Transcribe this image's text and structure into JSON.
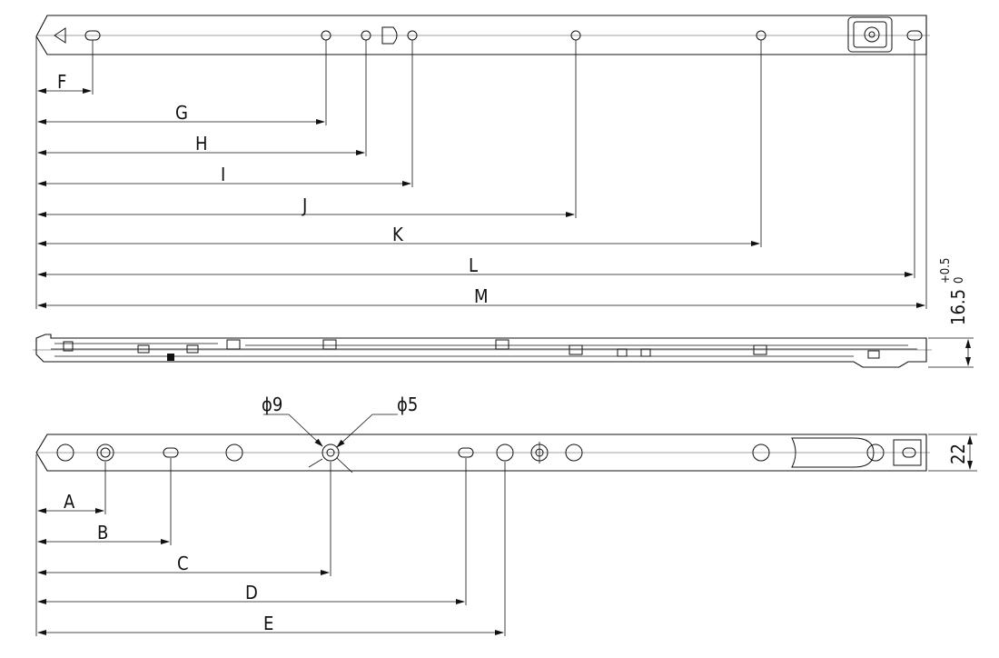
{
  "top_view": {
    "dimension_labels": [
      "F",
      "G",
      "H",
      "I",
      "J",
      "K",
      "L",
      "M"
    ]
  },
  "side_view": {
    "thickness_label": "16.5",
    "tolerance_upper": "+0.5",
    "tolerance_lower": "0"
  },
  "bottom_view": {
    "dimension_labels": [
      "A",
      "B",
      "C",
      "D",
      "E"
    ],
    "diameter_large": "ϕ9",
    "diameter_small": "ϕ5",
    "width_label": "22"
  },
  "colors": {
    "line": "#111111",
    "background": "#ffffff"
  }
}
